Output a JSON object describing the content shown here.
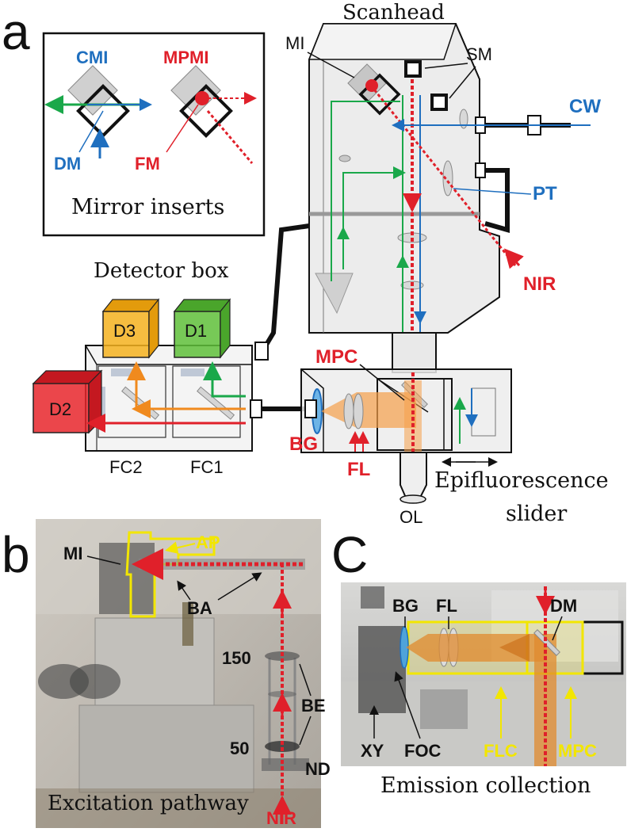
{
  "panel_letters": {
    "a": "a",
    "b": "b",
    "c": "C"
  },
  "panel_a": {
    "inset": {
      "cmi": "CMI",
      "mpmi": "MPMI",
      "dm": "DM",
      "fm": "FM",
      "caption": "Mirror inserts"
    },
    "scanhead": "Scanhead",
    "mi": "MI",
    "sm": "SM",
    "cw": "CW",
    "pt": "PT",
    "nir": "NIR",
    "detector_box": "Detector box",
    "d1": "D1",
    "d2": "D2",
    "d3": "D3",
    "fc1": "FC1",
    "fc2": "FC2",
    "mpc": "MPC",
    "bg": "BG",
    "fl": "FL",
    "ol": "OL",
    "epi_line1": "Epifluorescence",
    "epi_line2": "slider"
  },
  "panel_b": {
    "mi": "MI",
    "ap": "AP",
    "ba": "BA",
    "n150": "150",
    "n50": "50",
    "be": "BE",
    "nd": "ND",
    "nir": "NIR",
    "caption": "Excitation pathway"
  },
  "panel_c": {
    "bg": "BG",
    "fl": "FL",
    "dm": "DM",
    "xy": "XY",
    "foc": "FOC",
    "flc": "FLC",
    "mpc": "MPC",
    "caption": "Emission collection"
  },
  "colors": {
    "green": "#1aa84a",
    "blue": "#1f6fbf",
    "red": "#e0202a",
    "orange": "#f08a1e",
    "yellow": "#f2e600",
    "d1": "#5fbf3a",
    "d2": "#e8262c",
    "d3": "#f5b21e"
  }
}
